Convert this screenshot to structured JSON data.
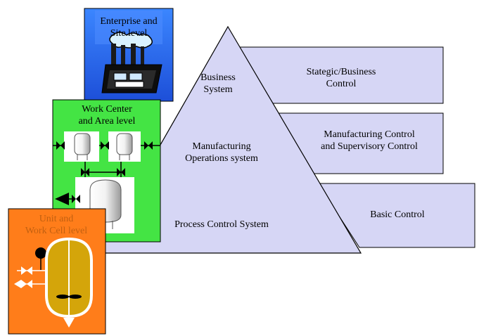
{
  "levels": {
    "enterprise": "Enterprise and\nSite level",
    "work_center": "Work Center\nand Area level",
    "unit": "Unit and\nWork Cell level"
  },
  "pyramid": {
    "business": "Business\nSystem",
    "mes": "Manufacturing\nOperations system",
    "process": "Process Control System"
  },
  "control_panels": {
    "strategic": "Stategic/Business\nControl",
    "manufacturing": "Manufacturing Control\nand Supervisory Control",
    "basic": "Basic Control"
  },
  "colors": {
    "pyramid_fill": "#d6d6f5",
    "enterprise_fill": "#2f6df0",
    "work_center_fill": "#44e444",
    "unit_fill": "#ff7d1a",
    "vessel_gold": "#d4a50a"
  },
  "icons": [
    "factory-icon",
    "tank-icon",
    "valve-icon",
    "vessel-icon",
    "agitator-icon"
  ]
}
